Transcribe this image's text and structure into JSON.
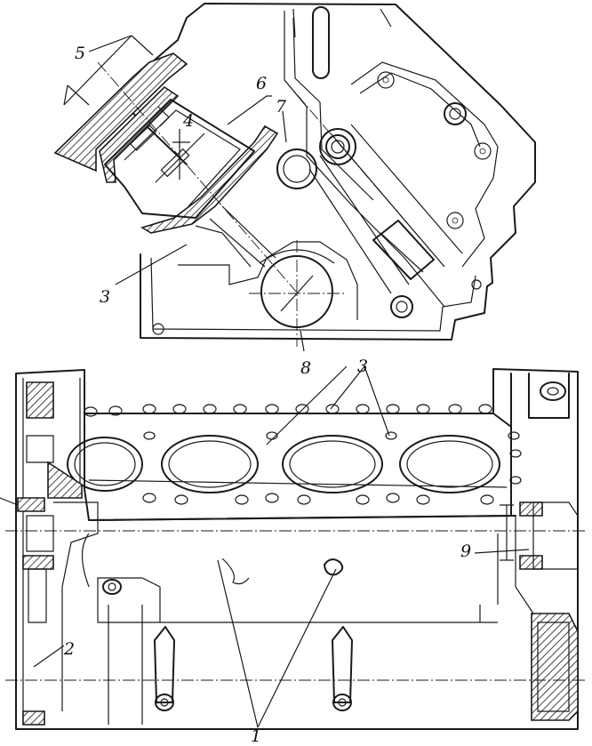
{
  "callouts": {
    "c1": "1",
    "c2": "2",
    "c3_top": "3",
    "c3_bottom": "3",
    "c4": "4",
    "c5": "5",
    "c6": "6",
    "c7": "7",
    "c8": "8",
    "c9": "9"
  }
}
